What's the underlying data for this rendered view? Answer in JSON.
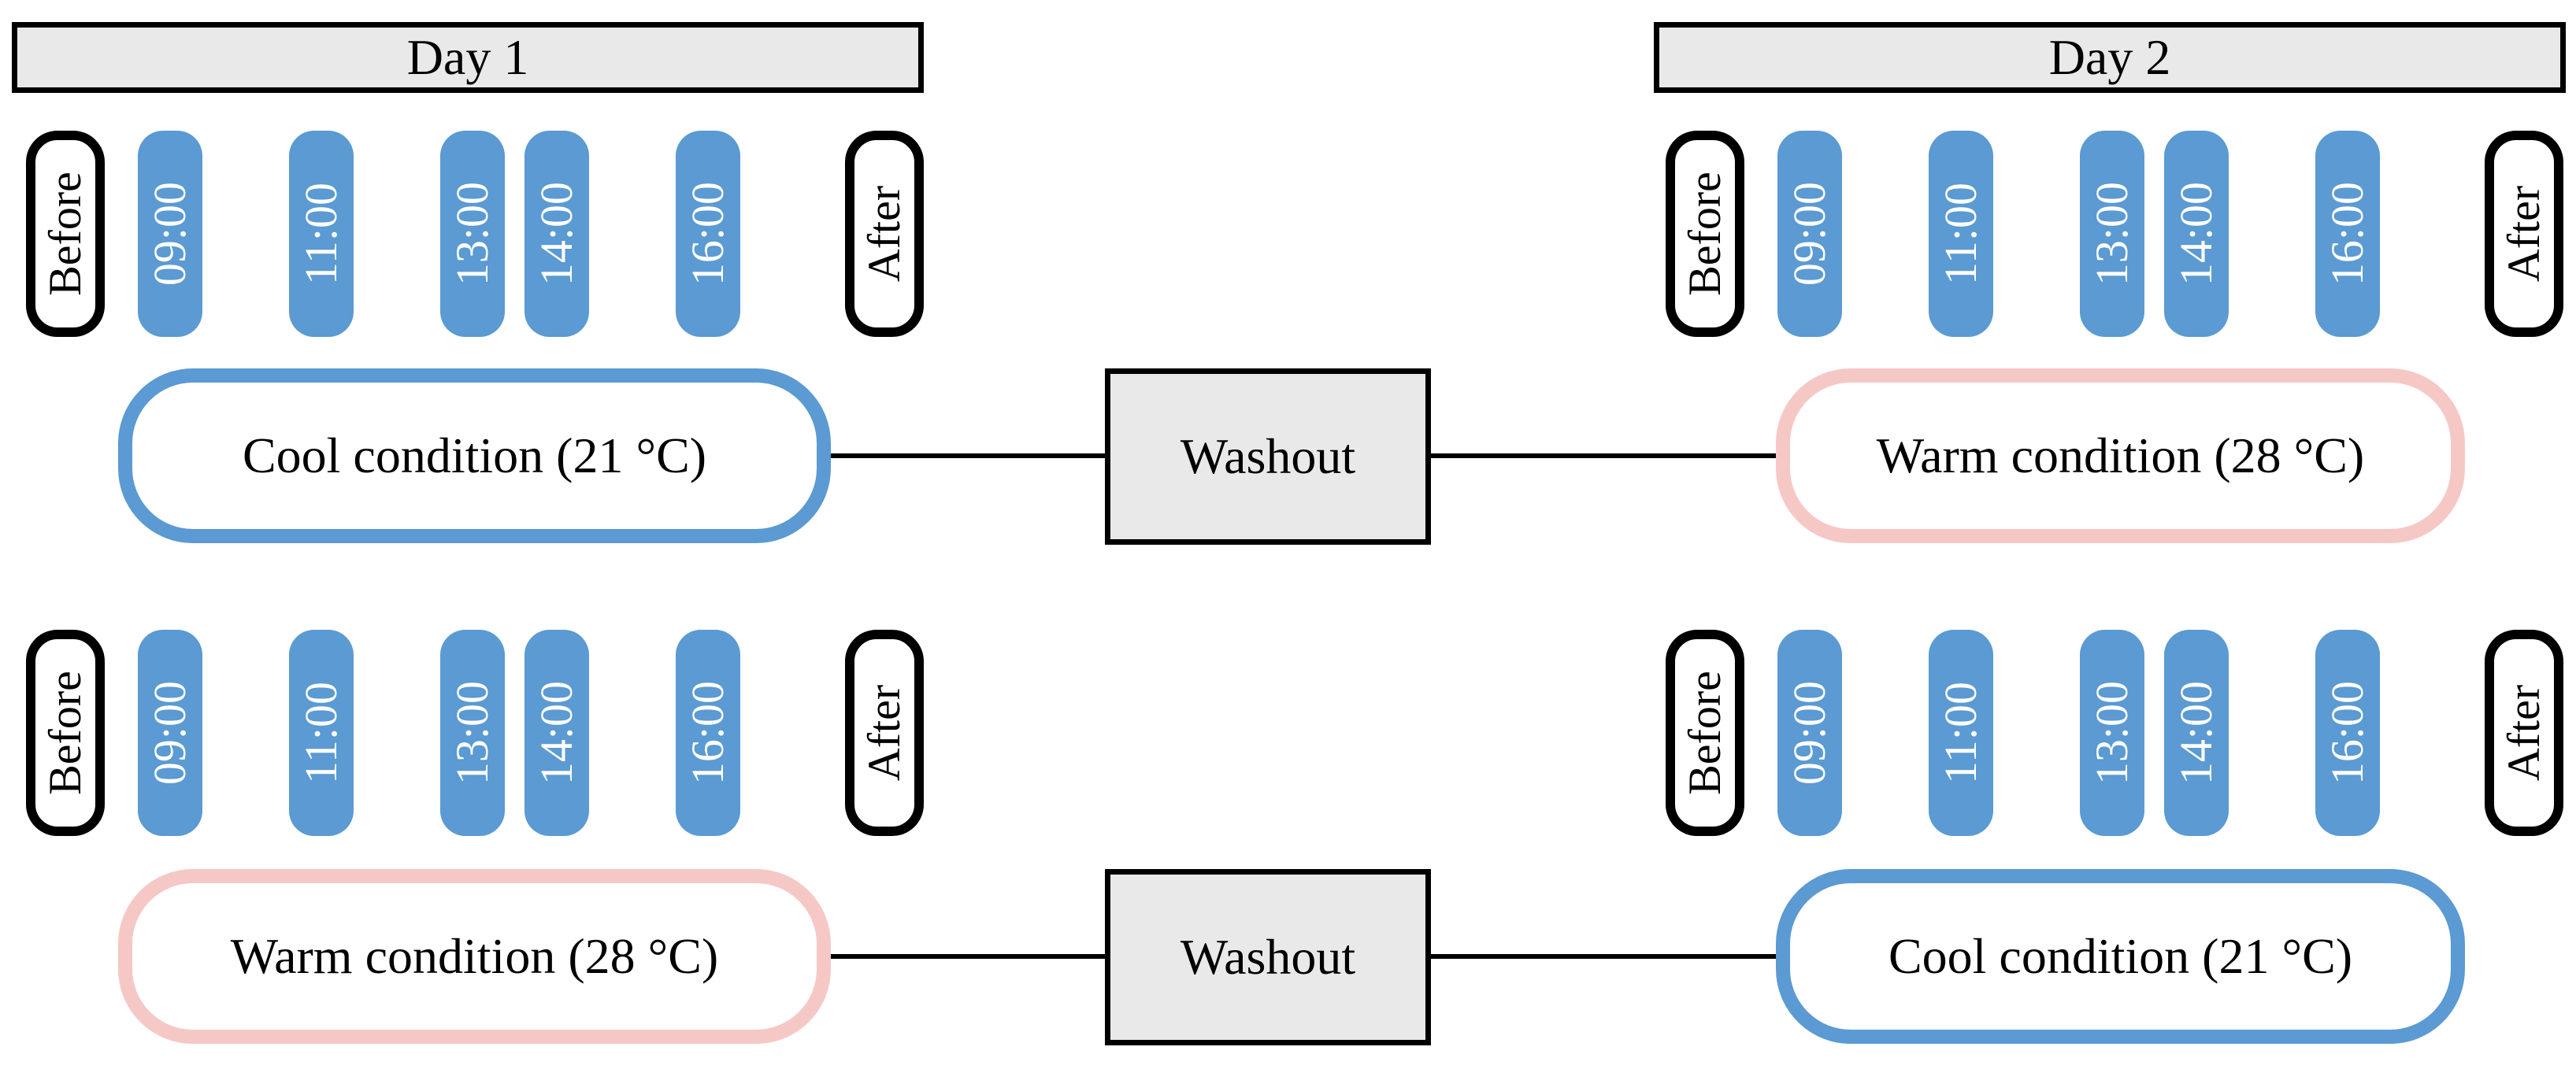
{
  "colors": {
    "blue": "#5b9ad2",
    "pink": "#f5c8c6",
    "gray": "#e9e9e9",
    "line": "#000000"
  },
  "headers": {
    "day1": "Day 1",
    "day2": "Day 2"
  },
  "timeline": {
    "before": "Before",
    "after": "After",
    "times": [
      "09:00",
      "11:00",
      "13:00",
      "14:00",
      "16:00"
    ]
  },
  "rows": [
    {
      "left_condition": "Cool condition (21 °C)",
      "washout": "Washout",
      "right_condition": "Warm condition (28 °C)"
    },
    {
      "left_condition": "Warm condition (28 °C)",
      "washout": "Washout",
      "right_condition": "Cool condition (21 °C)"
    }
  ]
}
